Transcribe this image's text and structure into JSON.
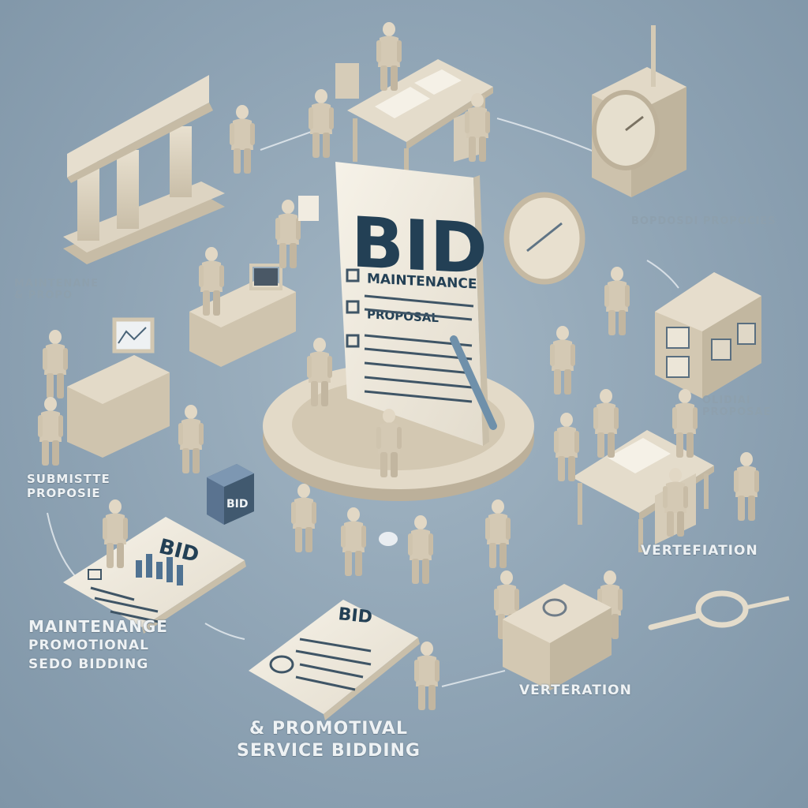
{
  "central_bid": {
    "title": "BID",
    "line1": "MAINTENANCE",
    "line2": "PROPOSAL"
  },
  "small_box_text": "BID",
  "lower_left_doc_title": "BID",
  "lower_mid_doc_title": "BID",
  "labels": {
    "top_right": "BOPDOSDI PROPOCIES",
    "left_faint_1": "MAINTENANE",
    "left_faint_2": "& PROPO",
    "right_middle_1": "OLIDIAI",
    "right_middle_2": "PROPOSAE",
    "submitted_1": "SUBMISTTE",
    "submitted_2": "PROPOSIE",
    "verification_right": "VERTEFIATION",
    "maintenance_1": "MAINTENANGE",
    "maintenance_2": "PROMOTIONAL",
    "maintenance_3": "SEDO BIDDING",
    "verification_bottom": "VERTERATION",
    "bottom_1": "& PROMOTIVAL",
    "bottom_2": "SERVICE BIDDING"
  },
  "colors": {
    "background": "#8fa3b3",
    "figure": "#d8cfbd",
    "accent": "#234055"
  }
}
